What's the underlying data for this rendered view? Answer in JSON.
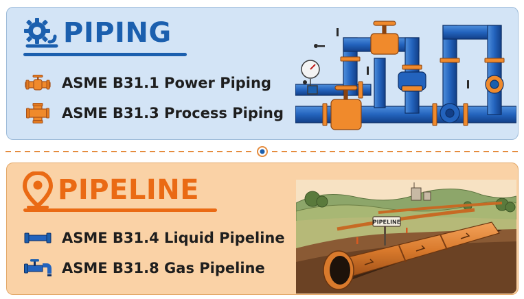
{
  "piping": {
    "title": "PIPING",
    "items": [
      {
        "label": "ASME B31.1 Power Piping",
        "icon": "valve-icon"
      },
      {
        "label": "ASME B31.3 Process Piping",
        "icon": "pipe-cross-fitting-icon"
      }
    ],
    "heading_icon": "gear-pipe-icon",
    "illustration": "process-piping-network-illustration"
  },
  "pipeline": {
    "title": "PIPELINE",
    "marker_label": "PIPELINE",
    "items": [
      {
        "label": "ASME B31.4 Liquid Pipeline",
        "icon": "straight-pipe-icon"
      },
      {
        "label": "ASME B31.8 Gas Pipeline",
        "icon": "gas-tap-icon"
      }
    ],
    "heading_icon": "location-pin-icon",
    "illustration": "buried-pipeline-trench-illustration"
  },
  "colors": {
    "piping_blue": "#1b5fae",
    "pipeline_orange": "#ea6a14",
    "piping_panel_bg": "#d3e4f6",
    "pipeline_panel_bg": "#fad2a6"
  }
}
